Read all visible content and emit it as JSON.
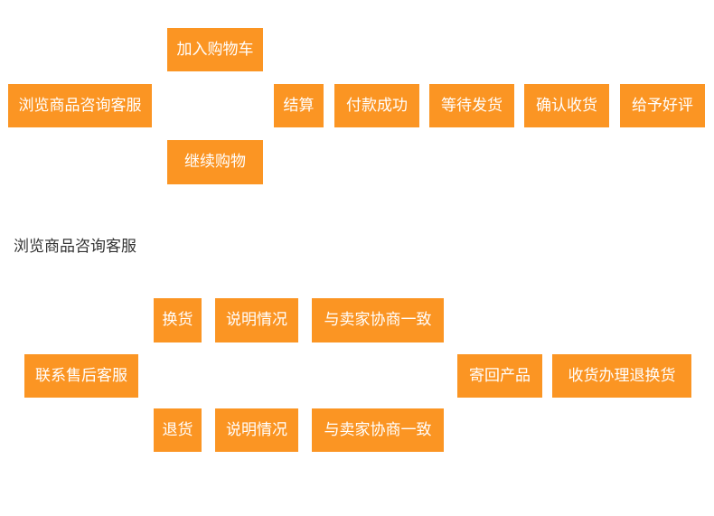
{
  "colors": {
    "box_fill": "#fb9523",
    "box_text": "#ffffff",
    "plain_text": "#333333",
    "background": "#ffffff"
  },
  "purchase_flow": {
    "browse_consult": "浏览商品咨询客服",
    "add_to_cart": "加入购物车",
    "continue_shopping": "继续购物",
    "checkout": "结算",
    "payment_success": "付款成功",
    "wait_shipping": "等待发货",
    "confirm_receipt": "确认收货",
    "give_good_review": "给予好评"
  },
  "after_sales": {
    "section_label": "浏览商品咨询客服",
    "contact_service": "联系售后客服",
    "exchange_branch": {
      "type": "换货",
      "explain": "说明情况",
      "negotiate": "与卖家协商一致"
    },
    "return_branch": {
      "type": "退货",
      "explain": "说明情况",
      "negotiate": "与卖家协商一致"
    },
    "send_back_product": "寄回产品",
    "receive_process": "收货办理退换货"
  }
}
